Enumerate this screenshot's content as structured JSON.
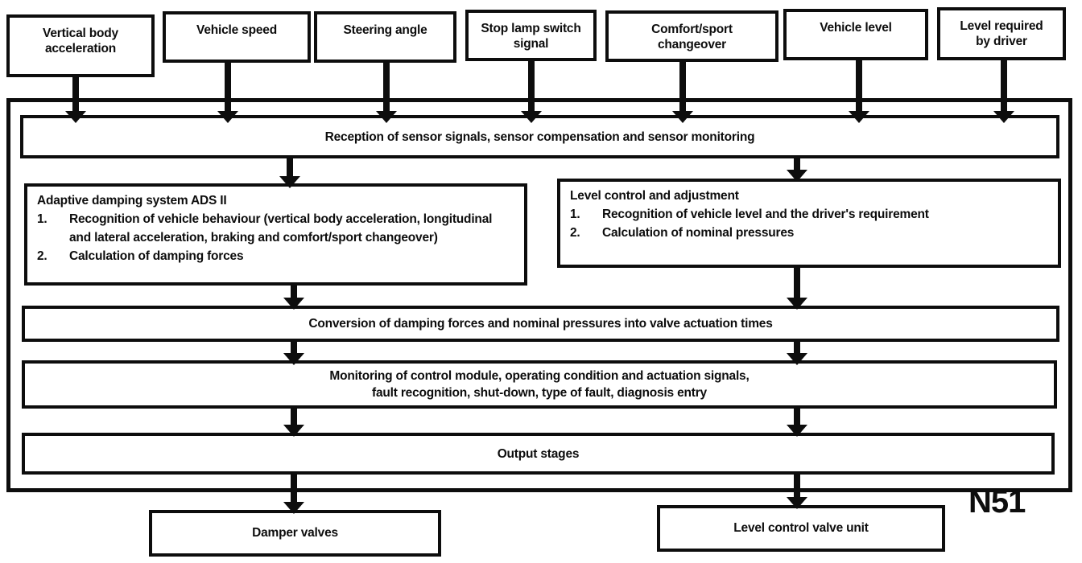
{
  "diagram": {
    "inputs": [
      {
        "label": "Vertical body acceleration"
      },
      {
        "label": "Vehicle speed"
      },
      {
        "label": "Steering angle"
      },
      {
        "label": "Stop lamp switch signal"
      },
      {
        "label": "Comfort/sport changeover"
      },
      {
        "label": "Vehicle level"
      },
      {
        "label": "Level required by driver"
      }
    ],
    "control_module": {
      "id_label": "N51",
      "reception": "Reception of sensor signals, sensor compensation and sensor monitoring",
      "ads": {
        "title": "Adaptive damping system ADS II",
        "items": [
          {
            "num": "1.",
            "text": "Recognition of vehicle behaviour (vertical body acceleration, longitudinal and lateral acceleration, braking and comfort/sport changeover)"
          },
          {
            "num": "2.",
            "text": "Calculation of damping forces"
          }
        ]
      },
      "level_control": {
        "title": "Level control and adjustment",
        "items": [
          {
            "num": "1.",
            "text": "Recognition of vehicle level and the driver's requirement"
          },
          {
            "num": "2.",
            "text": "Calculation of nominal pressures"
          }
        ]
      },
      "conversion": "Conversion of damping forces and nominal pressures into valve actuation times",
      "monitoring_line1": "Monitoring of control module, operating condition and actuation signals,",
      "monitoring_line2": "fault recognition, shut-down, type of fault, diagnosis entry",
      "output_stages": "Output stages"
    },
    "outputs": [
      {
        "label": "Damper valves"
      },
      {
        "label": "Level control valve unit"
      }
    ]
  }
}
